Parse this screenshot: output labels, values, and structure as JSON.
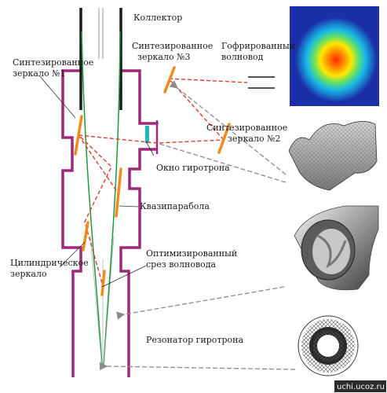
{
  "labels": {
    "collector": "Коллектор",
    "mirror3_line1": "Синтезированное",
    "mirror3_line2": "зеркало №3",
    "waveguide_line1": "Гофрированный",
    "waveguide_line2": "волновод",
    "mirror1_line1": "Синтезированное",
    "mirror1_line2": "зеркало №1",
    "mirror2_line1": "Синтезированное",
    "mirror2_line2": "зеркало №2",
    "window": "Окно гиротрона",
    "quasiparabola": "Квазипарабола",
    "cyl_line1": "Цилиндрическое",
    "cyl_line2": "зеркало",
    "cut_line1": "Оптимизированный",
    "cut_line2": "срез волновода",
    "resonator": "Резонатор гиротрона",
    "watermark": "uchi.ucoz.ru"
  },
  "colors": {
    "body": "#a0287a",
    "collector": "#1a1a1a",
    "mirror": "#f28a1c",
    "beam_dashed": "#e03c2c",
    "beam_green": "#1f9a3a",
    "window": "#20b4c8",
    "pointer": "#8c8c8c",
    "heatmap_bg": "#1a2fa8"
  },
  "icons": {
    "heatmap": "gaussian-beam-heatmap-icon",
    "mirror_surface": "mirror-surface-3d-icon",
    "waveguide_cut": "waveguide-cut-3d-icon",
    "cavity_mode": "cavity-mode-pattern-icon"
  }
}
